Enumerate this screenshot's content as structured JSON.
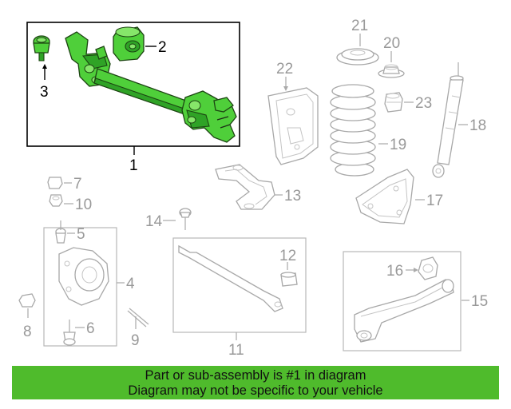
{
  "callouts": {
    "c1": "1",
    "c2": "2",
    "c3": "3",
    "c4": "4",
    "c5": "5",
    "c6": "6",
    "c7": "7",
    "c8": "8",
    "c9": "9",
    "c10": "10",
    "c11": "11",
    "c12": "12",
    "c13": "13",
    "c14": "14",
    "c15": "15",
    "c16": "16",
    "c17": "17",
    "c18": "18",
    "c19": "19",
    "c20": "20",
    "c21": "21",
    "c22": "22",
    "c23": "23"
  },
  "highlight": {
    "part": "1",
    "color": "#4fcf3a"
  },
  "banner": {
    "line1": "Part or sub-assembly is #1 in diagram",
    "line2": "Diagram may not be specific to your vehicle",
    "color": "#4fbb2c"
  }
}
